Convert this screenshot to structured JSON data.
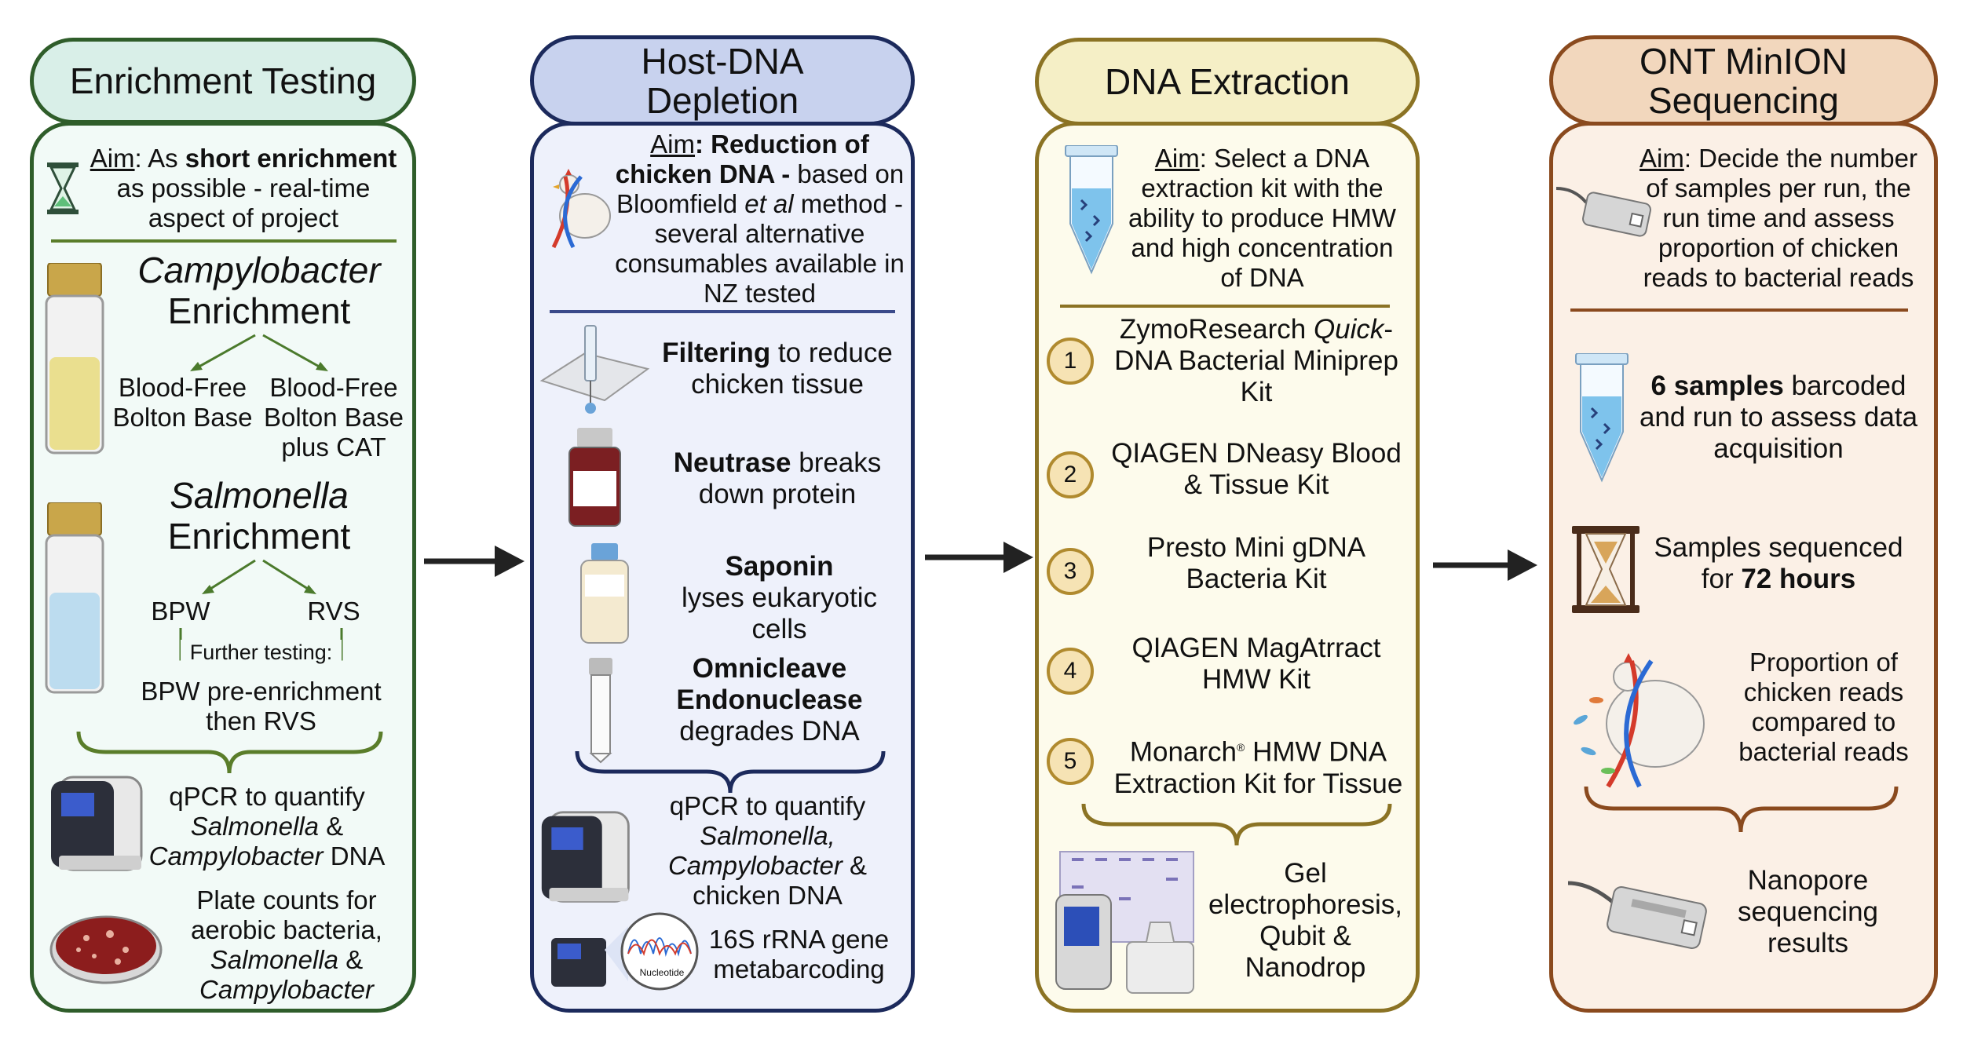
{
  "columns": [
    {
      "title": "Enrichment Testing",
      "aim": {
        "label": "Aim",
        "text_pre": ": As ",
        "bold": "short enrichment",
        "text_post": " as possible - real-time aspect of project"
      },
      "campy_title_1": "Campylobacter",
      "campy_title_2": "Enrichment",
      "campy_branch_left": "Blood-Free Bolton Base",
      "campy_branch_right": "Blood-Free Bolton Base plus CAT",
      "salm_title_1": "Salmonella",
      "salm_title_2": "Enrichment",
      "salm_branch_left": "BPW",
      "salm_branch_right": "RVS",
      "further_label": "Further testing:",
      "further_text": "BPW pre-enrichment then RVS",
      "qpcr_1": "qPCR to quantify",
      "qpcr_2": "Salmonella",
      "qpcr_3": " &",
      "qpcr_4": "Campylobacter",
      "qpcr_5": " DNA",
      "plate_1": "Plate counts for aerobic bacteria,",
      "plate_2": "Salmonella",
      "plate_3": " &",
      "plate_4": "Campylobacter"
    },
    {
      "title_1": "Host-DNA",
      "title_2": "Depletion",
      "aim_label": "Aim",
      "aim_bold": ": Reduction of chicken DNA -",
      "aim_text_1": " based on Bloomfield ",
      "aim_italic": "et al",
      "aim_text_2": " method - several alternative consumables available in NZ tested",
      "filter_bold": "Filtering",
      "filter_text": " to reduce chicken tissue",
      "neutrase_bold": "Neutrase",
      "neutrase_text": " breaks down protein",
      "saponin_bold": "Saponin",
      "saponin_text": " lyses eukaryotic cells",
      "omni_bold": "Omnicleave Endonuclease",
      "omni_text": "degrades DNA",
      "qpcr_1": "qPCR to quantify",
      "qpcr_2": "Salmonella, Campylobacter",
      "qpcr_3": " & chicken DNA",
      "rrna": "16S rRNA gene metabarcoding",
      "nucleotide_label": "Nucleotide"
    },
    {
      "title": "DNA Extraction",
      "aim_label": "Aim",
      "aim_text": ": Select a DNA extraction kit with the ability to produce HMW and high concentration of DNA",
      "kits": [
        {
          "num": "1",
          "pre": "ZymoResearch ",
          "italic": "Quick",
          "post": "-DNA Bacterial Miniprep Kit"
        },
        {
          "num": "2",
          "pre": "QIAGEN DNeasy Blood & Tissue Kit",
          "italic": "",
          "post": ""
        },
        {
          "num": "3",
          "pre": "Presto Mini gDNA Bacteria Kit",
          "italic": "",
          "post": ""
        },
        {
          "num": "4",
          "pre": "QIAGEN MagAtrract HMW Kit",
          "italic": "",
          "post": ""
        },
        {
          "num": "5",
          "pre": "Monarch",
          "italic": "®",
          "post": " HMW DNA Extraction Kit for Tissue"
        }
      ],
      "gel_text": "Gel electrophoresis, Qubit & Nanodrop"
    },
    {
      "title_1": "ONT MinION",
      "title_2": "Sequencing",
      "aim_label": "Aim",
      "aim_text": ": Decide the number of samples per run, the run time and assess proportion of chicken reads to bacterial reads",
      "samples_bold": "6 samples",
      "samples_text": " barcoded and run to assess data acquisition",
      "hours_text": "Samples sequenced for ",
      "hours_bold": "72 hours",
      "proportion_text": "Proportion of chicken reads compared to bacterial reads",
      "results_text": "Nanopore sequencing results"
    }
  ],
  "colors": {
    "col1_border": "#2f5d2a",
    "col1_head": "#d9efe8",
    "col1_panel": "#f2faf7",
    "col2_border": "#1c2a5c",
    "col2_head": "#c8d2ee",
    "col2_panel": "#eef1fb",
    "col3_border": "#8b7324",
    "col3_head": "#f5efc6",
    "col3_panel": "#fdfbec",
    "col4_border": "#8a4a1e",
    "col4_head": "#f2d7bd",
    "col4_panel": "#fbf0e6",
    "arrow": "#222222"
  }
}
